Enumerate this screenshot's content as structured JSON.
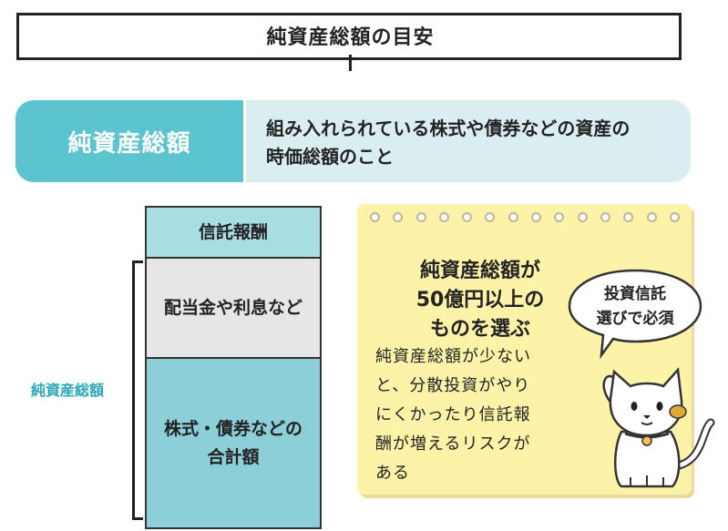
{
  "title": "純資産総額の目安",
  "definition": {
    "term": "純資産総額",
    "description_line1": "組み入れられている株式や債券などの資産の",
    "description_line2": "時価総額のこと"
  },
  "stack": {
    "fee": "信託報酬",
    "dividends": "配当金や利息など",
    "holdings_line1": "株式・債券などの",
    "holdings_line2": "合計額",
    "bracket_label": "純資産総額"
  },
  "note": {
    "heading_line1": "純資産総額が",
    "heading_line2": "50億円以上の",
    "heading_line3": "ものを選ぶ",
    "body_line1": "純資産総額が少ない",
    "body_line2": "と、分散投資がやり",
    "body_line3": "にくかったり信託報",
    "body_line4": "酬が増えるリスクが",
    "body_line5": "ある"
  },
  "bubble": {
    "line1": "投資信託",
    "line2": "選びで必須"
  },
  "colors": {
    "accent": "#5cc4cf",
    "accent_light": "#daeef1",
    "note_bg": "#fcf2a8",
    "label_text": "#2aa8b8"
  }
}
